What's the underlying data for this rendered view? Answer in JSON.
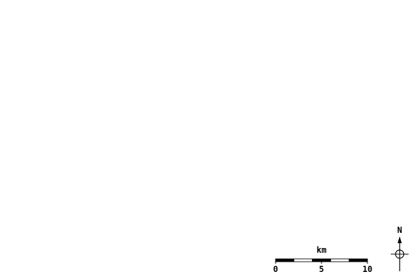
{
  "map": {
    "background_color": "#ffffff"
  },
  "scale_bar": {
    "unit": "km",
    "ticks": [
      "0",
      "5",
      "10"
    ],
    "segment_colors": [
      "#000000",
      "#ffffff",
      "#000000",
      "#ffffff",
      "#000000"
    ]
  },
  "north_arrow": {
    "label": "N",
    "icon": "north-arrow-icon"
  }
}
